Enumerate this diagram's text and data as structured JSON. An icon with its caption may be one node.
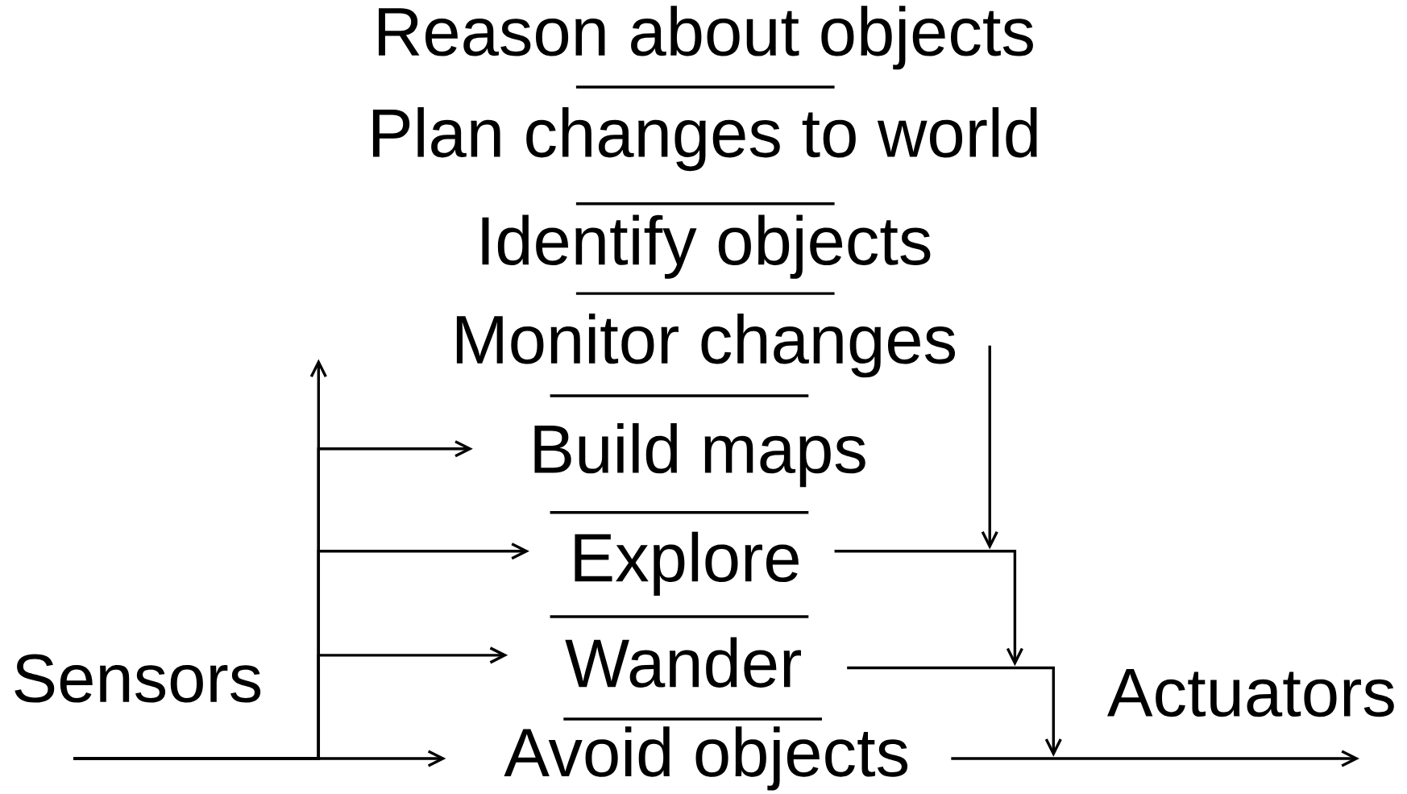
{
  "diagram": {
    "nodes": [
      {
        "text": [
          "Reason about objects"
        ]
      },
      {
        "text": [
          "Plan changes to world"
        ]
      },
      {
        "text": [
          "Identify objects"
        ]
      },
      {
        "text": [
          "Monitor changes"
        ]
      },
      {
        "text": [
          "Build maps"
        ]
      },
      {
        "text": [
          "Explore"
        ]
      },
      {
        "text": [
          "Wander"
        ]
      },
      {
        "text": [
          "Avoid objects"
        ]
      },
      {
        "text": [
          "Sensors"
        ]
      },
      {
        "text": [
          "Actuators"
        ]
      }
    ],
    "edges": [
      {
        "from": 8,
        "to": null,
        "arrow": "to"
      },
      {
        "from": 8,
        "to": 4,
        "arrow": "to"
      },
      {
        "from": 8,
        "to": 5,
        "arrow": "to"
      },
      {
        "from": 8,
        "to": 6,
        "arrow": "to"
      },
      {
        "from": 8,
        "to": 7,
        "arrow": "to"
      },
      {
        "from": 3,
        "to": null,
        "arrow": "to"
      },
      {
        "from": 5,
        "to": null,
        "arrow": "to"
      },
      {
        "from": 6,
        "to": null,
        "arrow": "to"
      },
      {
        "from": 7,
        "to": 9,
        "arrow": "to"
      }
    ]
  }
}
